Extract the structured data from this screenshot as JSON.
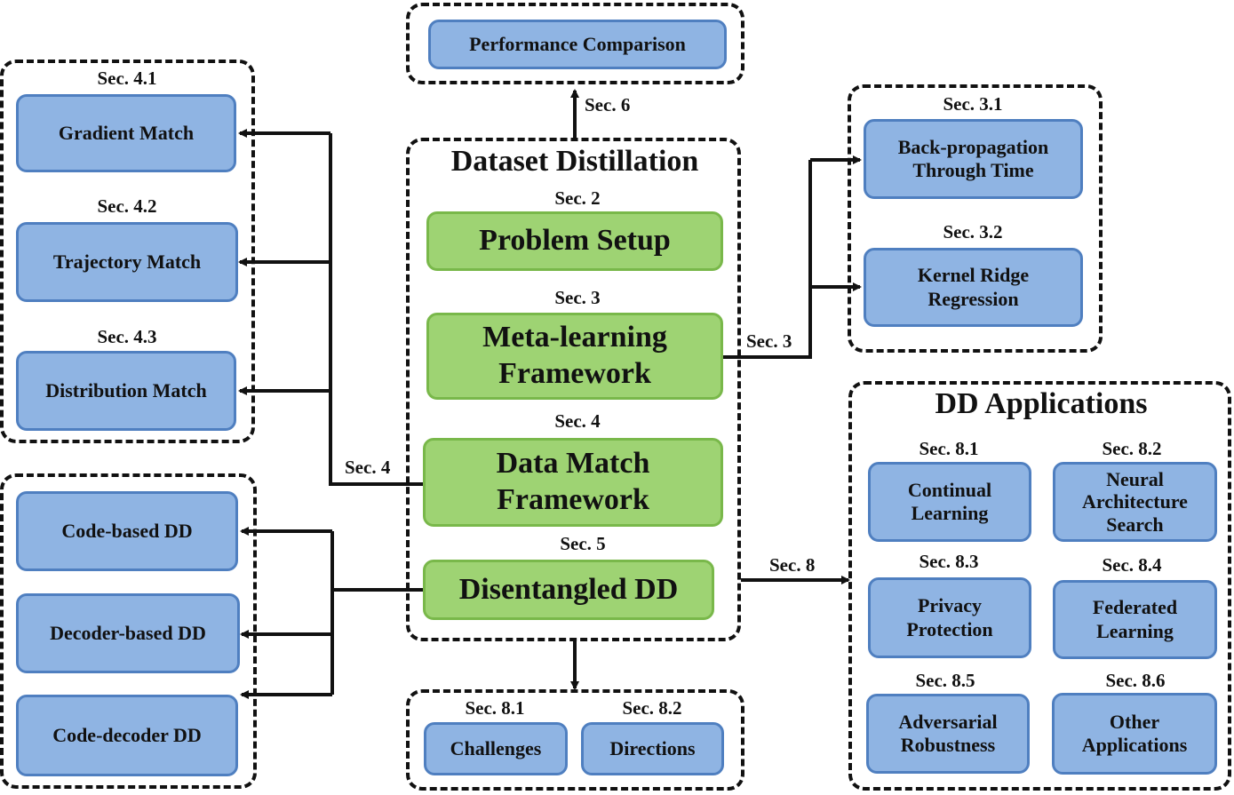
{
  "center": {
    "title": "Dataset Distillation",
    "problem": {
      "sec": "Sec. 2",
      "label": "Problem Setup"
    },
    "meta": {
      "sec": "Sec. 3",
      "label": "Meta-learning\nFramework"
    },
    "match": {
      "sec": "Sec. 4",
      "label": "Data Match\nFramework"
    },
    "disent": {
      "sec": "Sec. 5",
      "label": "Disentangled DD"
    }
  },
  "performance": {
    "label": "Performance Comparison",
    "sec": "Sec. 6"
  },
  "matching": [
    {
      "sec": "Sec. 4.1",
      "label": "Gradient Match"
    },
    {
      "sec": "Sec. 4.2",
      "label": "Trajectory Match"
    },
    {
      "sec": "Sec. 4.3",
      "label": "Distribution Match"
    }
  ],
  "matching_arrow_label": "Sec. 4",
  "disentangled": [
    {
      "label": "Code-based DD"
    },
    {
      "label": "Decoder-based DD"
    },
    {
      "label": "Code-decoder DD"
    }
  ],
  "meta_methods": [
    {
      "sec": "Sec. 3.1",
      "label": "Back-propagation\nThrough Time"
    },
    {
      "sec": "Sec. 3.2",
      "label": "Kernel Ridge\nRegression"
    }
  ],
  "meta_arrow_label": "Sec. 3",
  "future": [
    {
      "sec": "Sec. 8.1",
      "label": "Challenges"
    },
    {
      "sec": "Sec. 8.2",
      "label": "Directions"
    }
  ],
  "applications": {
    "title": "DD Applications",
    "arrow_label": "Sec. 8",
    "items": [
      {
        "sec": "Sec. 8.1",
        "label": "Continual\nLearning"
      },
      {
        "sec": "Sec. 8.2",
        "label": "Neural\nArchitecture\nSearch"
      },
      {
        "sec": "Sec. 8.3",
        "label": "Privacy\nProtection"
      },
      {
        "sec": "Sec. 8.4",
        "label": "Federated\nLearning"
      },
      {
        "sec": "Sec. 8.5",
        "label": "Adversarial\nRobustness"
      },
      {
        "sec": "Sec. 8.6",
        "label": "Other\nApplications"
      }
    ]
  },
  "colors": {
    "method_box": "#8fb4e3",
    "core_box": "#9ed373",
    "line": "#111111"
  }
}
